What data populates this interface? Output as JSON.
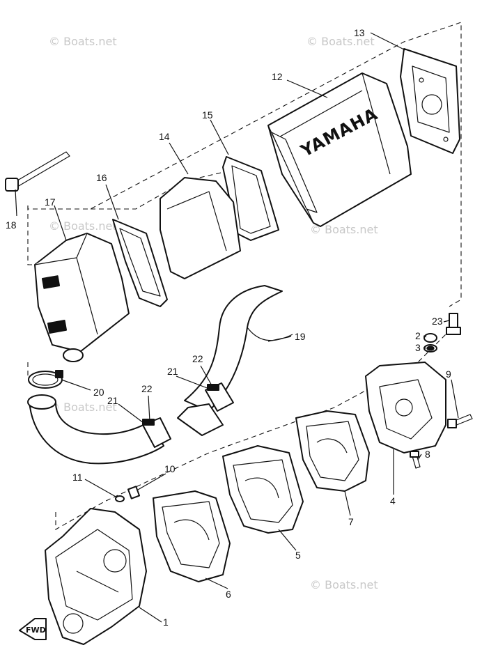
{
  "watermarks": [
    "© Boats.net",
    "© Boats.net",
    "© Boats.net",
    "© Boats.net",
    "© Boats.net",
    "© Boats.net"
  ],
  "brand_text": "YAMAHA",
  "fwd_text": "FWD",
  "callouts": [
    {
      "id": "1",
      "text": "1"
    },
    {
      "id": "2",
      "text": "2"
    },
    {
      "id": "3",
      "text": "3"
    },
    {
      "id": "4",
      "text": "4"
    },
    {
      "id": "5",
      "text": "5"
    },
    {
      "id": "6",
      "text": "6"
    },
    {
      "id": "7",
      "text": "7"
    },
    {
      "id": "8",
      "text": "8"
    },
    {
      "id": "9",
      "text": "9"
    },
    {
      "id": "10",
      "text": "10"
    },
    {
      "id": "11",
      "text": "11"
    },
    {
      "id": "12",
      "text": "12"
    },
    {
      "id": "13",
      "text": "13"
    },
    {
      "id": "14",
      "text": "14"
    },
    {
      "id": "15",
      "text": "15"
    },
    {
      "id": "16",
      "text": "16"
    },
    {
      "id": "17",
      "text": "17"
    },
    {
      "id": "18",
      "text": "18"
    },
    {
      "id": "19",
      "text": "19"
    },
    {
      "id": "20",
      "text": "20"
    },
    {
      "id": "21a",
      "text": "21"
    },
    {
      "id": "21b",
      "text": "21"
    },
    {
      "id": "22a",
      "text": "22"
    },
    {
      "id": "22b",
      "text": "22"
    },
    {
      "id": "23",
      "text": "23"
    }
  ]
}
